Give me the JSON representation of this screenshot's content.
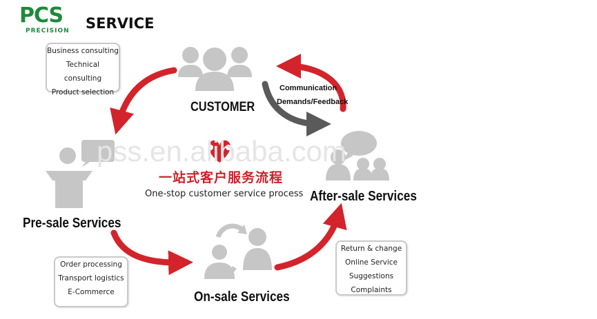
{
  "logo": {
    "brand": "PCS",
    "tagline": "PRECISION"
  },
  "page_title": "SERVICE",
  "center": {
    "watermark": "pss.en.alibaba.com",
    "chinese_title": "一站式客户服务流程",
    "english_subtitle": "One-stop customer service process"
  },
  "nodes": {
    "customer": "CUSTOMER",
    "pre_sale": "Pre-sale Services",
    "on_sale": "On-sale Services",
    "after_sale": "After-sale Services"
  },
  "feedback_labels": [
    "Communication",
    "Demands/Feedback"
  ],
  "pre_sale_box": [
    "Business consulting",
    "Technical consulting",
    "Product selection"
  ],
  "on_sale_box": [
    "Order processing",
    "Transport logistics",
    "E-Commerce"
  ],
  "after_sale_box": [
    "Return & change",
    "Online Service",
    "Suggestions",
    "Complaints"
  ],
  "colors": {
    "arrow_red": "#d3242b",
    "arrow_gray": "#5a5a5a",
    "icon_gray": "#c6c6c6",
    "brand_green": "#1d8a3a",
    "chinese_red": "#d01f2a"
  }
}
